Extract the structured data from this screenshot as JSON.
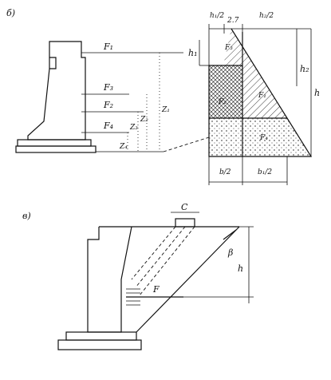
{
  "figure": {
    "panel_b_label": "б)",
    "panel_v_label": "в)",
    "left_wall": {
      "forces": [
        "F₁",
        "F₃",
        "F₂",
        "F₄"
      ],
      "arms": [
        "Z₄",
        "Z₃",
        "Z₂",
        "Z₁"
      ]
    },
    "pressure_diagram": {
      "top_dims": [
        "h₁/2",
        "2.7",
        "h₂/2"
      ],
      "bottom_dims": [
        "b/2",
        "b₁/2"
      ],
      "heights": [
        "h₁",
        "h₂",
        "h"
      ],
      "areas": [
        "F₃",
        "F₂",
        "F₁",
        "F₄"
      ]
    },
    "panel_v": {
      "top_dim": "C",
      "angle": "β",
      "height": "h",
      "force": "F"
    }
  }
}
